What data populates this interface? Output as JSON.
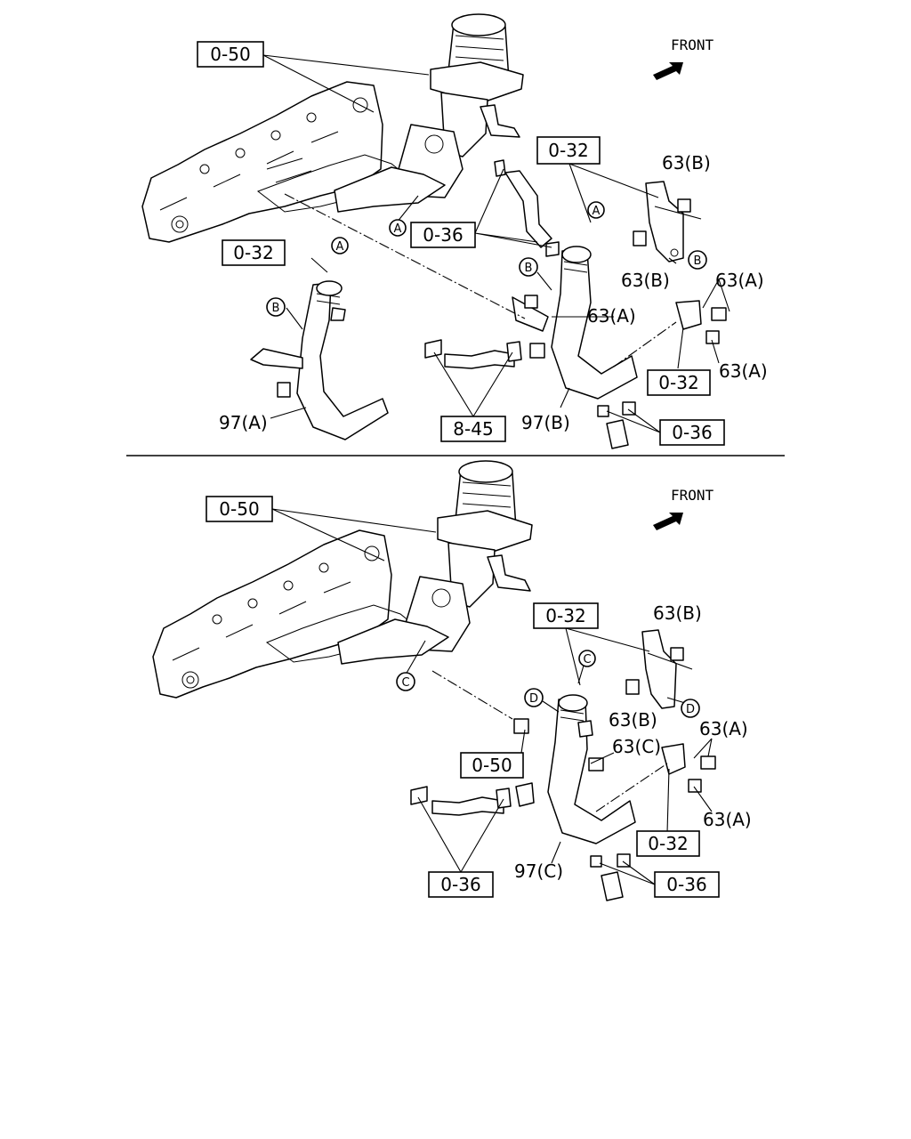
{
  "top_view": {
    "front": "FRONT",
    "box_050": "0-50",
    "box_032_left": "0-32",
    "box_036_mid": "0-36",
    "box_032_upper": "0-32",
    "box_032_lower": "0-32",
    "box_845": "8-45",
    "box_036_right": "0-36",
    "bolt_63b_top": "63(B)",
    "bolt_63b_mid": "63(B)",
    "bolt_63a_right": "63(A)",
    "bolt_63a_center": "63(A)",
    "bolt_63a_lower": "63(A)",
    "pipe_97a": "97(A)",
    "pipe_97b": "97(B)",
    "ref_a1": "A",
    "ref_a2": "A",
    "ref_a3": "A",
    "ref_b1": "B",
    "ref_b2": "B",
    "ref_b3": "B"
  },
  "bottom_view": {
    "front": "FRONT",
    "box_050_top": "0-50",
    "box_032_upper": "0-32",
    "box_050_mid": "0-50",
    "box_036_left": "0-36",
    "box_032_lower": "0-32",
    "box_036_right": "0-36",
    "bolt_63b_top": "63(B)",
    "bolt_63b_mid": "63(B)",
    "bolt_63c": "63(C)",
    "bolt_63a_upper": "63(A)",
    "bolt_63a_lower": "63(A)",
    "pipe_97c": "97(C)",
    "ref_c1": "C",
    "ref_c2": "C",
    "ref_d1": "D",
    "ref_d2": "D"
  }
}
